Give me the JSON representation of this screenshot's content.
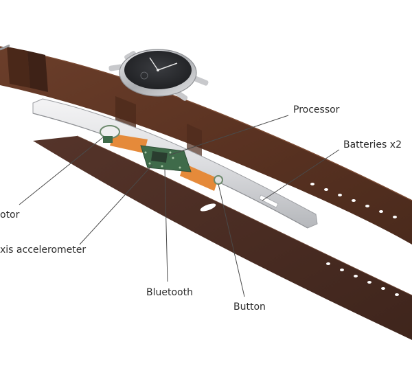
{
  "labels": {
    "processor": "Processor",
    "batteries": "Batteries x2",
    "motor": "otor",
    "accelerometer": "xis accelerometer",
    "bluetooth": "Bluetooth",
    "button": "Button"
  },
  "colors": {
    "leather": "#5b3322",
    "leather_dark": "#3e2217",
    "underlay": "#4a2c22",
    "steel": "#d9dadc",
    "steel_edge": "#9b9da1",
    "pcb": "#3f6b4a",
    "battery": "#e58a3a",
    "dial": "#2c2d30",
    "callout_line": "#4a4a4a",
    "label_text": "#2b2b2b",
    "background": "#ffffff"
  },
  "icons": {
    "watch_face": "watch-face-icon",
    "strap": "leather-strap-icon",
    "flex_band": "steel-band-icon",
    "circuit": "pcb-icon"
  }
}
